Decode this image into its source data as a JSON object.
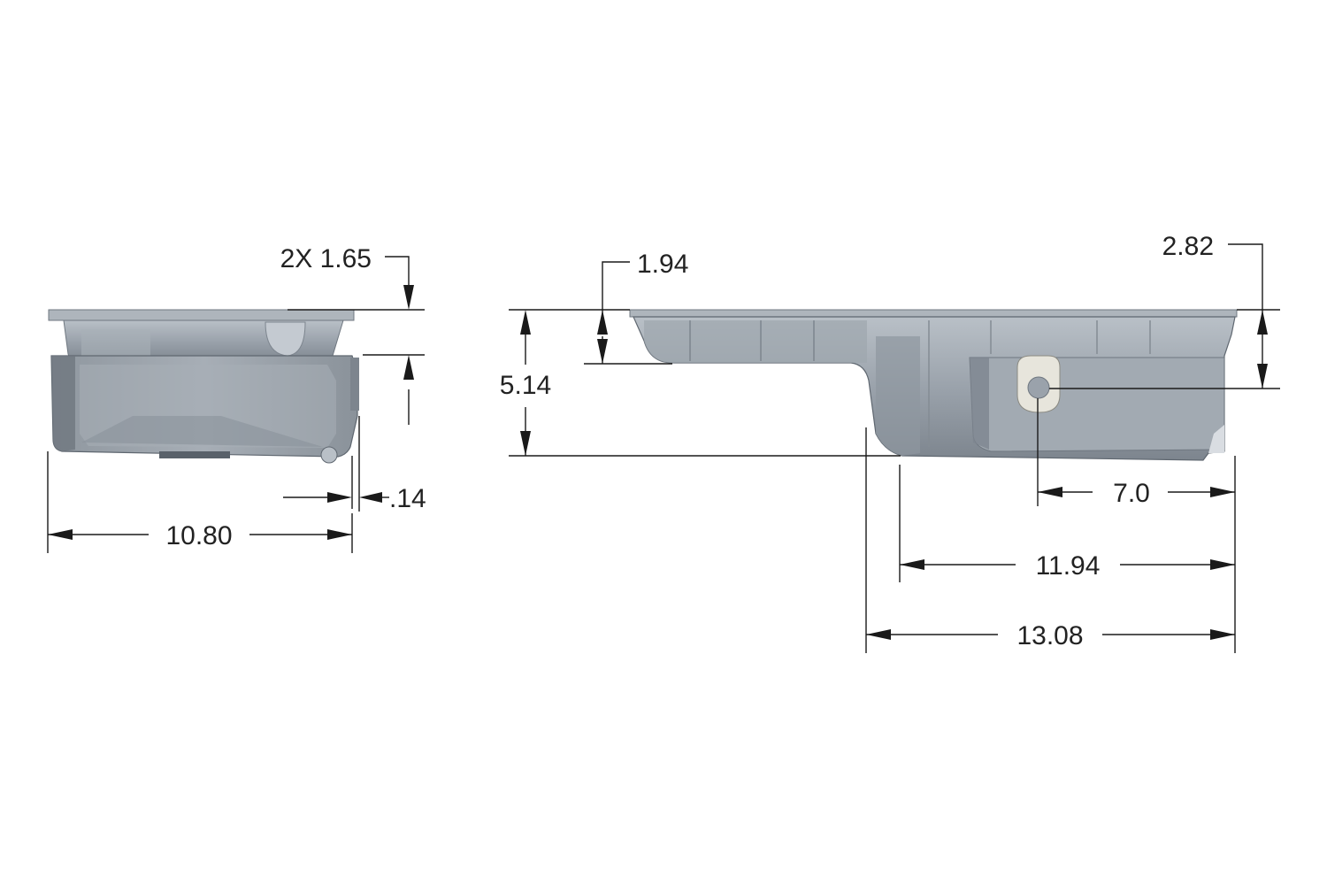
{
  "colors": {
    "background": "#ffffff",
    "pan_body": "#9ca4ad",
    "pan_highlight": "#c4cad1",
    "pan_shadow": "#6f7780",
    "pan_dark": "#59616a",
    "drain_plug": "#e7e5dc",
    "dimension_lines": "#1a1a1a",
    "dimension_text": "#222222"
  },
  "views": {
    "end_view": {
      "dimensions": {
        "flange_depth": "2X 1.65",
        "offset": ".14",
        "width": "10.80"
      }
    },
    "side_view": {
      "dimensions": {
        "shallow_depth": "1.94",
        "overall_depth": "5.14",
        "drain_height": "2.82",
        "drain_location": "7.0",
        "sump_length": "11.94",
        "overall_length": "13.08"
      }
    }
  }
}
